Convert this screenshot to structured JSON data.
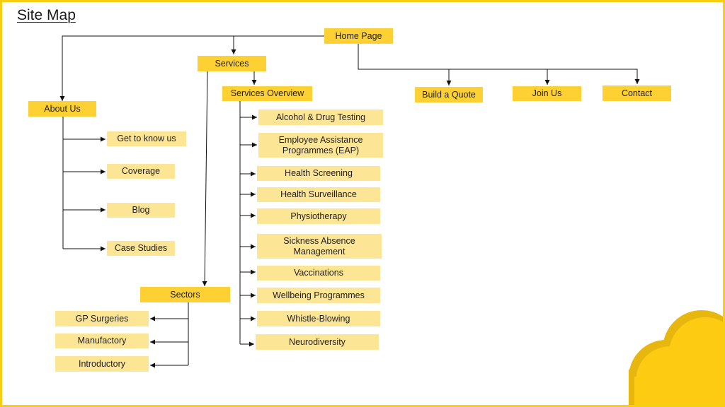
{
  "title": "Site Map",
  "colors": {
    "primary": "#fdd034",
    "secondary": "#fde596",
    "border": "#f9cd14",
    "cloud_outer": "#e8b70f",
    "cloud_inner": "#fccb12"
  },
  "nodes": {
    "home_page": "Home Page",
    "services": "Services",
    "services_overview": "Services Overview",
    "about_us": "About Us",
    "build_a_quote": "Build a Quote",
    "join_us": "Join Us",
    "contact": "Contact",
    "sectors": "Sectors"
  },
  "about_children": [
    "Get to know us",
    "Coverage",
    "Blog",
    "Case Studies"
  ],
  "services_children": [
    "Alcohol & Drug Testing",
    "Employee Assistance\nProgrammes (EAP)",
    "Health Screening",
    "Health Surveillance",
    "Physiotherapy",
    "Sickness Absence\nManagement",
    "Vaccinations",
    "Wellbeing Programmes",
    "Whistle-Blowing",
    "Neurodiversity"
  ],
  "sectors_children": [
    "GP Surgeries",
    "Manufactory",
    "Introductory"
  ]
}
